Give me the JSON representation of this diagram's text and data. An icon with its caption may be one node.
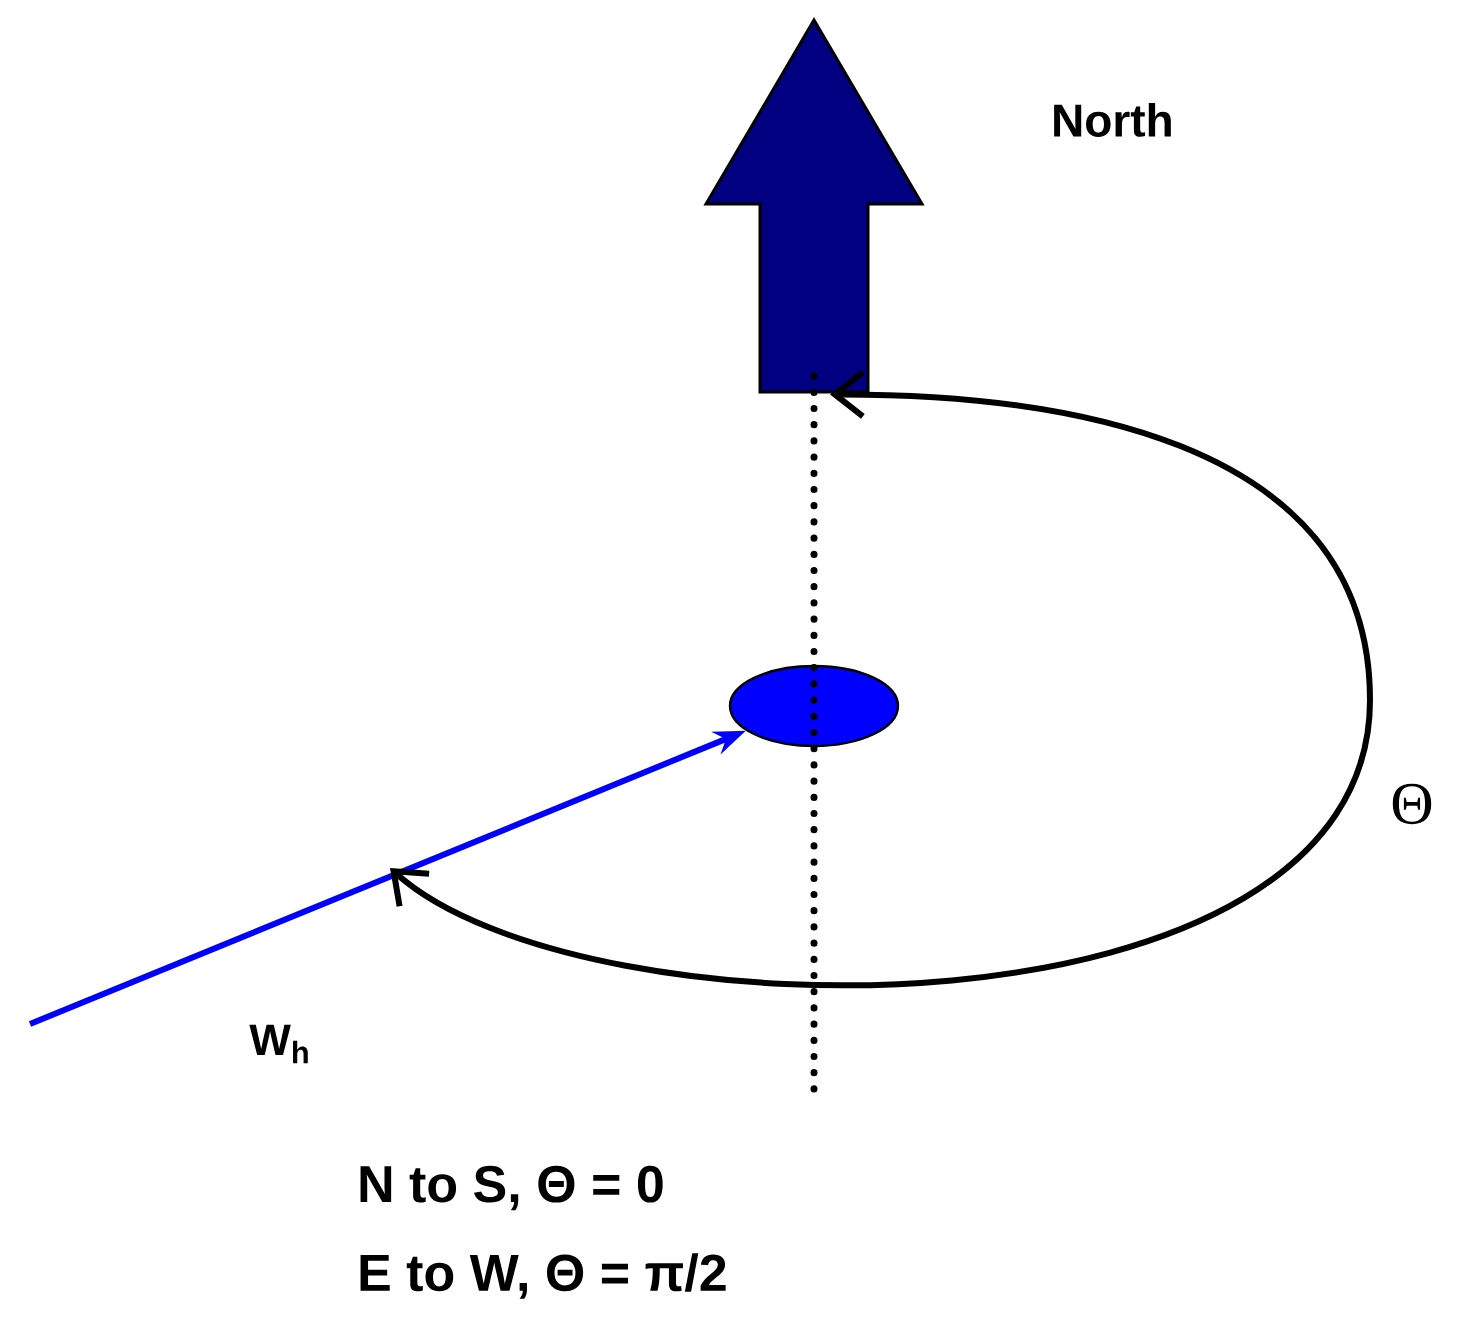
{
  "diagram": {
    "nodes": [
      {
        "text": [],
        "shape": "arrow",
        "beside": [
          "North"
        ]
      },
      {
        "text": [],
        "shape": "ellipse"
      }
    ],
    "edges": [
      {
        "from": null,
        "to": 1,
        "arrow": "to",
        "label": "W$_{h}$",
        "color": "#0000ff"
      },
      {
        "from": 0,
        "to": null,
        "arrow": "both",
        "label": "Θ",
        "color": "#000000"
      }
    ],
    "labels": [
      "N to S, Θ = 0",
      "E to W, Θ = π/2"
    ]
  }
}
